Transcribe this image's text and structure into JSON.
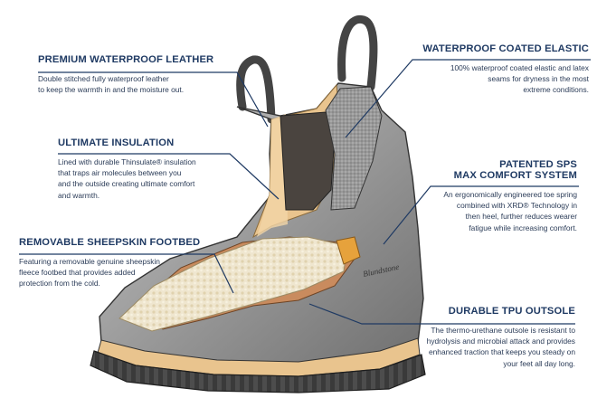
{
  "callouts": {
    "leather": {
      "title": "PREMIUM WATERPROOF LEATHER",
      "lines": [
        "Double stitched fully waterproof leather",
        "to keep the warmth in and the moisture out."
      ]
    },
    "insulation": {
      "title": "ULTIMATE INSULATION",
      "lines": [
        "Lined with durable Thinsulate® insulation",
        "that traps air molecules between you",
        "and the outside creating ultimate comfort",
        "and warmth."
      ]
    },
    "sheepskin": {
      "title": "REMOVABLE SHEEPSKIN FOOTBED",
      "lines": [
        "Featuring a removable genuine sheepskin",
        "fleece footbed that provides added",
        "protection from the cold."
      ]
    },
    "elastic": {
      "title": "WATERPROOF COATED ELASTIC",
      "lines": [
        "100% waterproof coated elastic and latex",
        "seams for dryness in the most",
        "extreme conditions."
      ]
    },
    "sps": {
      "title_line1": "PATENTED SPS",
      "title_line2": "MAX COMFORT SYSTEM",
      "lines": [
        "An ergonomically engineered toe spring",
        "combined with XRD® Technology in",
        "then heel, further reduces wearer",
        "fatigue while increasing comfort."
      ]
    },
    "tpu": {
      "title": "DURABLE TPU OUTSOLE",
      "lines": [
        "The thermo-urethane outsole is resistant to",
        "hydrolysis and microbial attack and provides",
        "enhanced traction that keeps you steady on",
        "your feet all day long."
      ]
    }
  },
  "brand_mark": "Blundstone",
  "colors": {
    "accent": "#1f3a63",
    "leather": "#9a9a9a",
    "liner": "#e9c48e",
    "fleece": "#efe6cf",
    "elastic": "#7d7d7d",
    "sole": "#3a3a3a",
    "xrd": "#e6a23c"
  },
  "icons": [
    "pull-tab-icon",
    "boot-illustration"
  ]
}
